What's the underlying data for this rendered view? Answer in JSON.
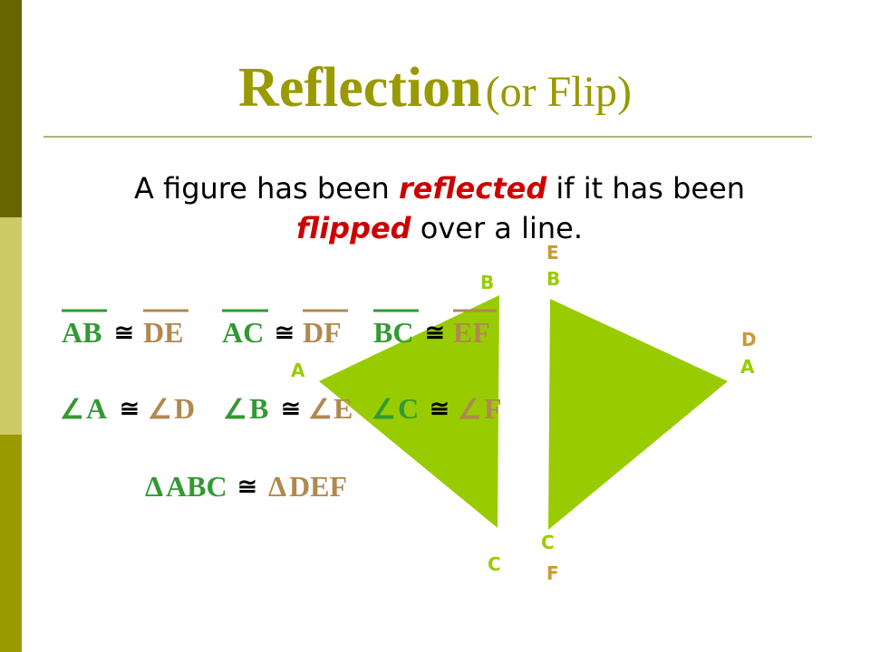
{
  "slide": {
    "title_main": "Reflection",
    "title_sub": "(or Flip)",
    "sentence": {
      "before": "A figure has been ",
      "word1": "reflected",
      "middle": " if it has been ",
      "word2": "flipped",
      "after": " over a line."
    }
  },
  "colors": {
    "title": "#999900",
    "emphasis": "#cc0000",
    "triangle_fill": "#99cc00",
    "original_labels": "#99cc00",
    "image_labels": "#cc9933",
    "original_math": "#339933",
    "image_math": "#b08850",
    "sidebar": [
      "#666600",
      "#cccc66",
      "#999900"
    ]
  },
  "congruences": {
    "segments": [
      {
        "left": "AB",
        "symbol": "≅",
        "right": "DE"
      },
      {
        "left": "AC",
        "symbol": "≅",
        "right": "DF"
      },
      {
        "left": "BC",
        "symbol": "≅",
        "right": "EF"
      }
    ],
    "angles": [
      {
        "angle_sign": "∠",
        "left": "A",
        "symbol": "≅",
        "right": "D"
      },
      {
        "angle_sign": "∠",
        "left": "B",
        "symbol": "≅",
        "right": "E"
      },
      {
        "angle_sign": "∠",
        "left": "C",
        "symbol": "≅",
        "right": "F"
      }
    ],
    "triangles": {
      "delta": "Δ",
      "left": "ABC",
      "symbol": "≅",
      "right": "DEF"
    }
  },
  "figure": {
    "original_labels": {
      "A": "A",
      "B": "B",
      "C": "C"
    },
    "image_labels": {
      "D": "D",
      "E": "E",
      "F": "F"
    },
    "image_original_labels": {
      "A": "A",
      "B": "B",
      "C": "C"
    }
  }
}
